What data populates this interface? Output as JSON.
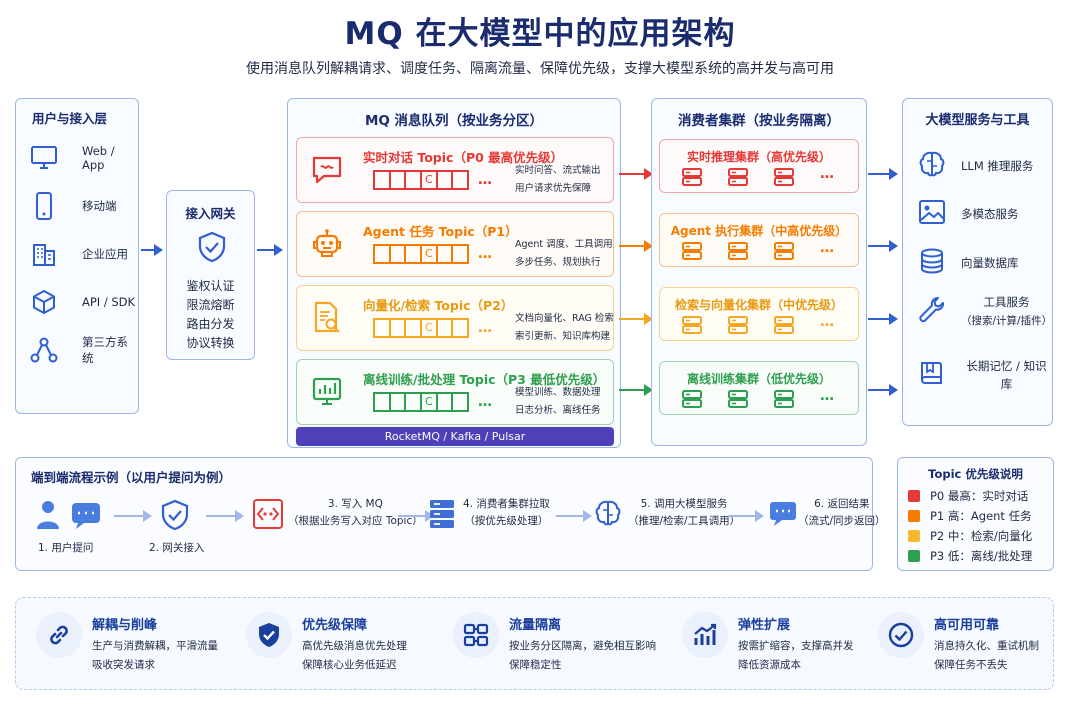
{
  "title": "MQ 在大模型中的应用架构",
  "subtitle": "使用消息队列解耦请求、调度任务、隔离流量、保障优先级，支撑大模型系统的高并发与高可用",
  "users": {
    "title": "用户与接入层",
    "items": [
      {
        "label": "Web / App",
        "icon": "monitor-icon"
      },
      {
        "label": "移动端",
        "icon": "phone-icon"
      },
      {
        "label": "企业应用",
        "icon": "building-icon"
      },
      {
        "label": "API / SDK",
        "icon": "cube-icon"
      },
      {
        "label": "第三方系统",
        "icon": "network-icon"
      }
    ]
  },
  "gateway": {
    "title": "接入网关",
    "items": [
      "鉴权认证",
      "限流熔断",
      "路由分发",
      "协议转换"
    ]
  },
  "mq": {
    "title": "MQ 消息队列（按业务分区）",
    "queue_marker": "C",
    "dots": "…",
    "brand": "RocketMQ / Kafka / Pulsar",
    "topics": [
      {
        "name": "实时对话 Topic（P0 最高优先级）",
        "d1": "实时问答、流式输出",
        "d2": "用户请求优先保障",
        "color": "#e53935",
        "icon": "chat-icon"
      },
      {
        "name": "Agent 任务 Topic（P1）",
        "d1": "Agent 调度、工具调用",
        "d2": "多步任务、规划执行",
        "color": "#f57c00",
        "icon": "robot-icon"
      },
      {
        "name": "向量化/检索 Topic（P2）",
        "d1": "文档向量化、RAG 检索",
        "d2": "索引更新、知识库构建",
        "color": "#f5a623",
        "icon": "document-search-icon"
      },
      {
        "name": "离线训练/批处理 Topic（P3 最低优先级）",
        "d1": "模型训练、数据处理",
        "d2": "日志分析、离线任务",
        "color": "#2e9e4f",
        "icon": "chart-monitor-icon"
      }
    ]
  },
  "consumers": {
    "title": "消费者集群（按业务隔离）",
    "dots": "…",
    "items": [
      {
        "name": "实时推理集群（高优先级）",
        "color": "#e53935"
      },
      {
        "name": "Agent 执行集群（中高优先级）",
        "color": "#f57c00"
      },
      {
        "name": "检索与向量化集群（中优先级）",
        "color": "#f5a623"
      },
      {
        "name": "离线训练集群（低优先级）",
        "color": "#2e9e4f"
      }
    ]
  },
  "services": {
    "title": "大模型服务与工具",
    "items": [
      {
        "label": "LLM 推理服务",
        "sub": "",
        "icon": "brain-chip-icon"
      },
      {
        "label": "多模态服务",
        "sub": "",
        "icon": "image-icon"
      },
      {
        "label": "向量数据库",
        "sub": "",
        "icon": "database-icon"
      },
      {
        "label": "工具服务",
        "sub": "（搜索/计算/插件）",
        "icon": "wrench-icon"
      },
      {
        "label": "长期记忆 / 知识库",
        "sub": "",
        "icon": "book-icon"
      }
    ]
  },
  "flow": {
    "title": "端到端流程示例（以用户提问为例）",
    "steps": [
      {
        "l1": "1. 用户提问",
        "l2": "",
        "icon": "user-chat-icon"
      },
      {
        "l1": "2. 网关接入",
        "l2": "",
        "icon": "shield-check-icon"
      },
      {
        "l1": "3. 写入 MQ",
        "l2": "（根据业务写入对应 Topic）",
        "icon": "mq-icon"
      },
      {
        "l1": "4. 消费者集群拉取",
        "l2": "（按优先级处理）",
        "icon": "server-icon"
      },
      {
        "l1": "5. 调用大模型服务",
        "l2": "（推理/检索/工具调用）",
        "icon": "brain-chip-icon"
      },
      {
        "l1": "6. 返回结果",
        "l2": "（流式/同步返回）",
        "icon": "chat-bubble-icon"
      }
    ]
  },
  "legend": {
    "title": "Topic 优先级说明",
    "items": [
      {
        "label": "P0 最高：实时对话",
        "color": "#e53935"
      },
      {
        "label": "P1 高：Agent 任务",
        "color": "#f57c00"
      },
      {
        "label": "P2 中：检索/向量化",
        "color": "#f5b82e"
      },
      {
        "label": "P3 低：离线/批处理",
        "color": "#2e9e4f"
      }
    ]
  },
  "features": [
    {
      "title": "解耦与削峰",
      "d1": "生产与消费解耦，平滑流量",
      "d2": "吸收突发请求",
      "icon": "link-icon"
    },
    {
      "title": "优先级保障",
      "d1": "高优先级消息优先处理",
      "d2": "保障核心业务低延迟",
      "icon": "shield-check-icon"
    },
    {
      "title": "流量隔离",
      "d1": "按业务分区隔离，避免相互影响",
      "d2": "保障稳定性",
      "icon": "isolation-icon"
    },
    {
      "title": "弹性扩展",
      "d1": "按需扩缩容，支撑高并发",
      "d2": "降低资源成本",
      "icon": "growth-chart-icon"
    },
    {
      "title": "高可用可靠",
      "d1": "消息持久化、重试机制",
      "d2": "保障任务不丢失",
      "icon": "check-circle-icon"
    }
  ],
  "colors": {
    "primary": "#1a3f9c",
    "arrow": "#2f5fd0",
    "panel_border": "#9db7ea",
    "brand_bar": "#4f3fb8"
  }
}
